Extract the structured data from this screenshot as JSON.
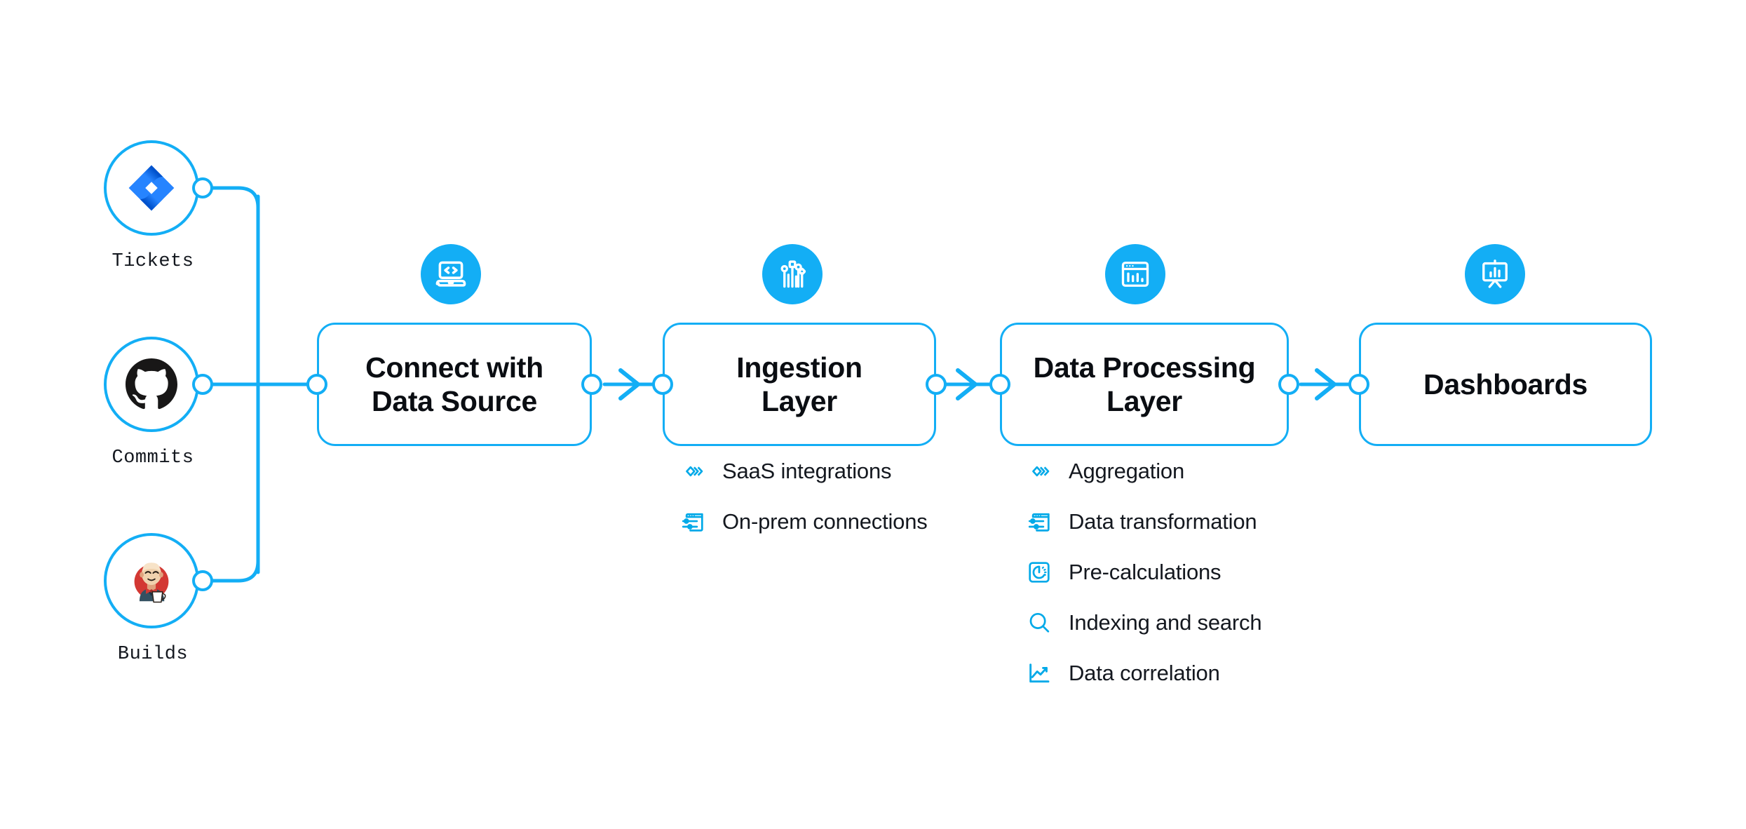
{
  "theme": {
    "accent": "#13AEF5",
    "badge_bg": "#13AEF5",
    "text": "#14181f",
    "background": "#ffffff",
    "jira_blue": "#2684FF",
    "github_black": "#181717",
    "jenkins_red": "#D33833"
  },
  "sources": [
    {
      "label": "Tickets",
      "icon": "jira-icon"
    },
    {
      "label": "Commits",
      "icon": "github-icon"
    },
    {
      "label": "Builds",
      "icon": "jenkins-icon"
    }
  ],
  "stages": [
    {
      "title": "Connect with\nData Source",
      "title_line1": "Connect with",
      "title_line2": "Data Source",
      "icon": "laptop-code-icon"
    },
    {
      "title": "Ingestion\nLayer",
      "title_line1": "Ingestion",
      "title_line2": "Layer",
      "icon": "circuit-nodes-icon"
    },
    {
      "title": "Data Processing\nLayer",
      "title_line1": "Data Processing",
      "title_line2": "Layer",
      "icon": "window-bars-icon"
    },
    {
      "title": "Dashboards",
      "title_line1": "Dashboards",
      "title_line2": "",
      "icon": "presentation-chart-icon"
    }
  ],
  "ingestion_features": [
    {
      "label": "SaaS integrations",
      "icon": "layered-chevrons-icon"
    },
    {
      "label": "On-prem connections",
      "icon": "server-sliders-icon"
    }
  ],
  "processing_features": [
    {
      "label": "Aggregation",
      "icon": "layered-chevrons-icon"
    },
    {
      "label": "Data transformation",
      "icon": "server-sliders-icon"
    },
    {
      "label": "Pre-calculations",
      "icon": "gauge-square-icon"
    },
    {
      "label": "Indexing and search",
      "icon": "magnifier-icon"
    },
    {
      "label": "Data correlation",
      "icon": "line-chart-icon"
    }
  ]
}
